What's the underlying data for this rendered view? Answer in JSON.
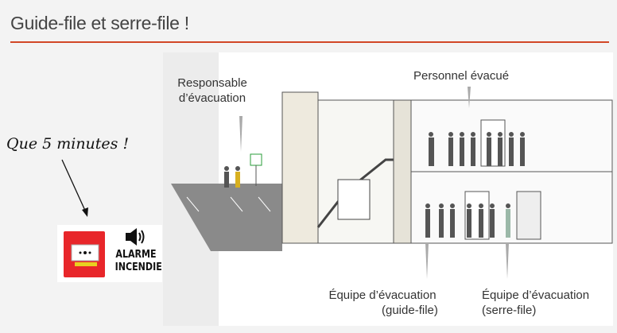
{
  "title": "Guide-file et serre-file !",
  "labels": {
    "responsable_1": "Responsable",
    "responsable_2": "d’évacuation",
    "personnel": "Personnel évacué",
    "guide_1": "Équipe d’évacuation",
    "guide_2": "(guide-file)",
    "serre_1": "Équipe d’évacuation",
    "serre_2": "(serre-file)"
  },
  "annotation": "Que 5 minutes !",
  "alarm": {
    "line1": "ALARME",
    "line2": "INCENDIE",
    "icon": "speaker-icon"
  },
  "colors": {
    "accent": "#d24726",
    "alarm_red": "#e8262a"
  }
}
